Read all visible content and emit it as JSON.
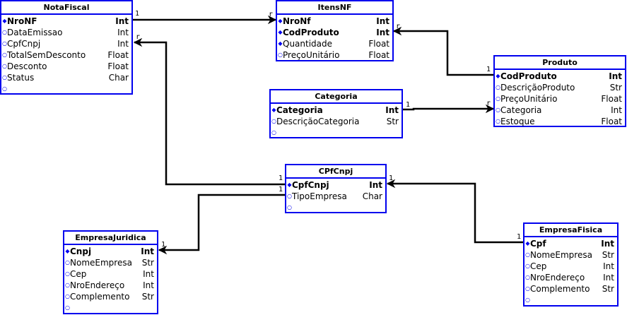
{
  "entities": {
    "notafiscal": {
      "title": "NotaFiscal",
      "attrs": [
        {
          "mark": "◆",
          "name": "NroNF",
          "type": "Int",
          "pk": true
        },
        {
          "mark": "○",
          "name": "DataEmissao",
          "type": "Int",
          "pk": false
        },
        {
          "mark": "○",
          "name": "CpfCnpj",
          "type": "Int",
          "pk": false
        },
        {
          "mark": "○",
          "name": "TotalSemDesconto",
          "type": "Float",
          "pk": false
        },
        {
          "mark": "○",
          "name": "Desconto",
          "type": "Float",
          "pk": false
        },
        {
          "mark": "○",
          "name": "Status",
          "type": "Char",
          "pk": false
        },
        {
          "mark": "○",
          "name": "",
          "type": "",
          "pk": false
        }
      ]
    },
    "itensnf": {
      "title": "ItensNF",
      "attrs": [
        {
          "mark": "◆",
          "name": "NroNf",
          "type": "Int",
          "pk": true
        },
        {
          "mark": "◆",
          "name": "CodProduto",
          "type": "Int",
          "pk": true
        },
        {
          "mark": "◆",
          "name": "Quantidade",
          "type": "Float",
          "pk": false
        },
        {
          "mark": "○",
          "name": "PreçoUnitário",
          "type": "Float",
          "pk": false
        }
      ]
    },
    "produto": {
      "title": "Produto",
      "attrs": [
        {
          "mark": "◆",
          "name": "CodProduto",
          "type": "Int",
          "pk": true
        },
        {
          "mark": "○",
          "name": "DescriçãoProduto",
          "type": "Str",
          "pk": false
        },
        {
          "mark": "○",
          "name": "PreçoUnitário",
          "type": "Float",
          "pk": false
        },
        {
          "mark": "○",
          "name": "Categoria",
          "type": "Int",
          "pk": false
        },
        {
          "mark": "○",
          "name": "Estoque",
          "type": "Float",
          "pk": false
        }
      ]
    },
    "categoria": {
      "title": "Categoria",
      "attrs": [
        {
          "mark": "◆",
          "name": "Categoria",
          "type": "Int",
          "pk": true
        },
        {
          "mark": "○",
          "name": "DescriçãoCategoria",
          "type": "Str",
          "pk": false
        },
        {
          "mark": "○",
          "name": "",
          "type": "",
          "pk": false
        }
      ]
    },
    "cpfcnpj": {
      "title": "CPfCnpj",
      "attrs": [
        {
          "mark": "◆",
          "name": "CpfCnpj",
          "type": "Int",
          "pk": true
        },
        {
          "mark": "○",
          "name": "TipoEmpresa",
          "type": "Char",
          "pk": false
        },
        {
          "mark": "○",
          "name": "",
          "type": "",
          "pk": false
        }
      ]
    },
    "empresajuridica": {
      "title": "EmpresaJuridica",
      "attrs": [
        {
          "mark": "◆",
          "name": "Cnpj",
          "type": "Int",
          "pk": true
        },
        {
          "mark": "○",
          "name": "NomeEmpresa",
          "type": "Str",
          "pk": false
        },
        {
          "mark": "○",
          "name": "Cep",
          "type": "Int",
          "pk": false
        },
        {
          "mark": "○",
          "name": "NroEndereço",
          "type": "Int",
          "pk": false
        },
        {
          "mark": "○",
          "name": "Complemento",
          "type": "Str",
          "pk": false
        },
        {
          "mark": "○",
          "name": "",
          "type": "",
          "pk": false
        }
      ]
    },
    "empresafisica": {
      "title": "EmpresaFisica",
      "attrs": [
        {
          "mark": "◆",
          "name": "Cpf",
          "type": "Int",
          "pk": true
        },
        {
          "mark": "○",
          "name": "NomeEmpresa",
          "type": "Str",
          "pk": false
        },
        {
          "mark": "○",
          "name": "Cep",
          "type": "Int",
          "pk": false
        },
        {
          "mark": "○",
          "name": "NroEndereço",
          "type": "Int",
          "pk": false
        },
        {
          "mark": "○",
          "name": "Complemento",
          "type": "Str",
          "pk": false
        },
        {
          "mark": "○",
          "name": "",
          "type": "",
          "pk": false
        }
      ]
    }
  },
  "relationships": [
    {
      "from": "NotaFiscal",
      "to": "ItensNF",
      "from_card": "1",
      "to_card": "r"
    },
    {
      "from": "Produto",
      "to": "ItensNF",
      "from_card": "1",
      "to_card": "r"
    },
    {
      "from": "Categoria",
      "to": "Produto",
      "from_card": "1",
      "to_card": "r"
    },
    {
      "from": "CPfCnpj",
      "to": "NotaFiscal",
      "from_card": "1",
      "to_card": "r"
    },
    {
      "from": "CPfCnpj",
      "to": "EmpresaJuridica",
      "from_card": "1",
      "to_card": "1"
    },
    {
      "from": "EmpresaFisica",
      "to": "CPfCnpj",
      "from_card": "1",
      "to_card": "1"
    }
  ],
  "colors": {
    "entity_border": "#0000ee",
    "connector": "#000000"
  }
}
